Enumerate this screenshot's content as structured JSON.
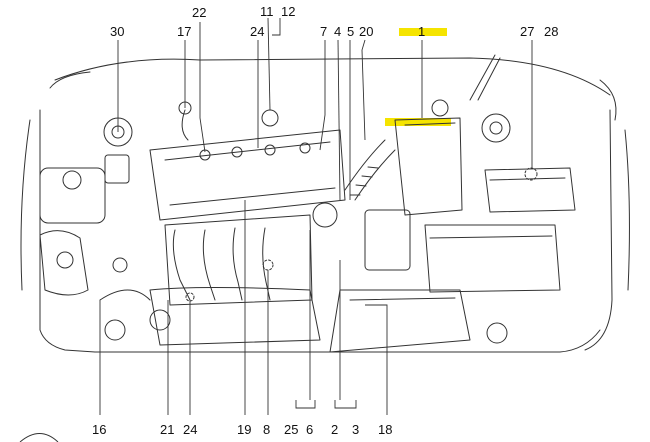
{
  "labels": {
    "l30": "30",
    "l17": "17",
    "l22": "22",
    "l24t": "24",
    "l11": "11",
    "l12": "12",
    "l7": "7",
    "l4": "4",
    "l5": "5",
    "l20": "20",
    "l1": "1",
    "l27": "27",
    "l28": "28",
    "l16": "16",
    "l21": "21",
    "l24b": "24",
    "l19": "19",
    "l8": "8",
    "l25": "25",
    "l6": "6",
    "l2": "2",
    "l3": "3",
    "l18": "18"
  },
  "colors": {
    "ink": "#111111",
    "line": "#333333",
    "highlight": "#f5e400",
    "background": "#ffffff"
  }
}
